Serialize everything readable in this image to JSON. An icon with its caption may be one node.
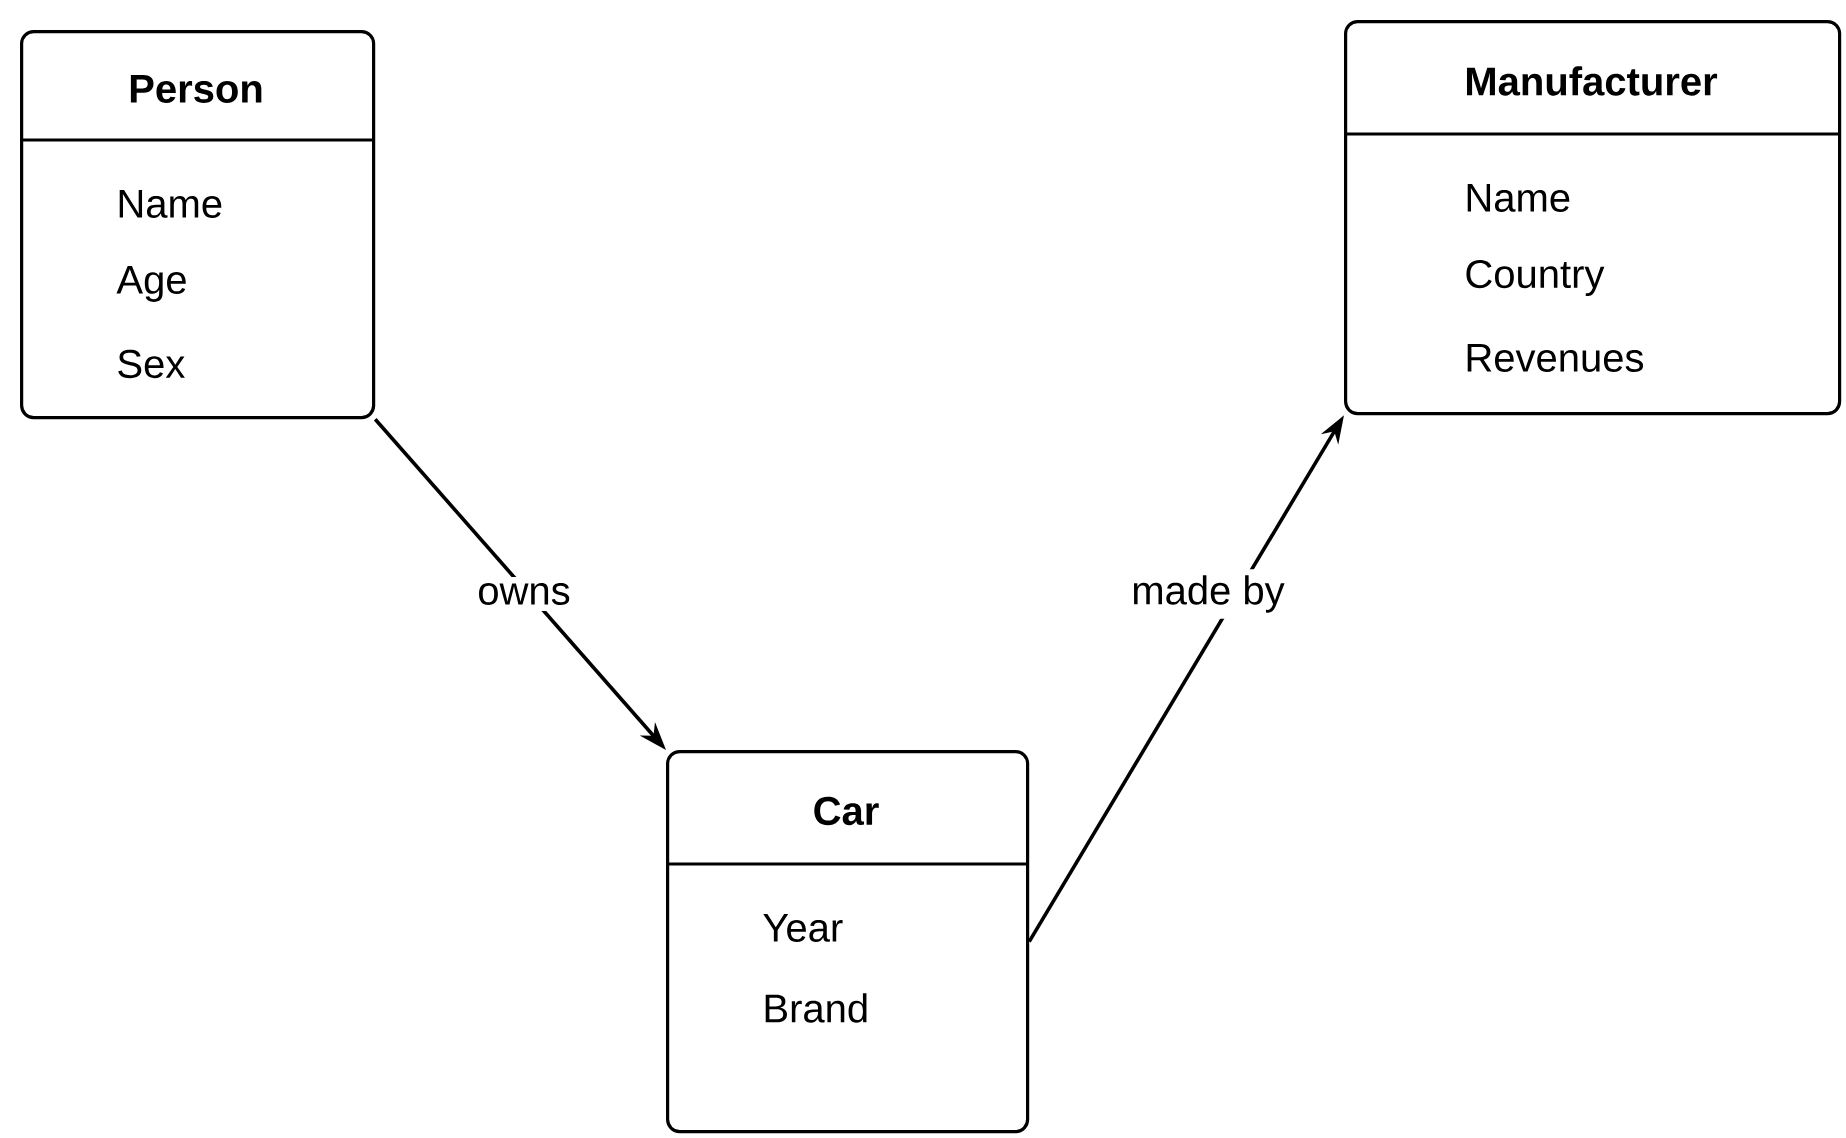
{
  "diagram": {
    "nodes": [
      {
        "text": [
          "Person",
          "Name",
          "Age",
          "Sex"
        ]
      },
      {
        "text": [
          "Manufacturer",
          "Name",
          "Country",
          "Revenues"
        ]
      },
      {
        "text": [
          "Car",
          "Year",
          "Brand"
        ]
      }
    ],
    "edges": [
      {
        "from": 0,
        "to": 2,
        "arrow": "to",
        "label": "owns"
      },
      {
        "from": 2,
        "to": 1,
        "arrow": "to",
        "label": "made by"
      }
    ]
  }
}
